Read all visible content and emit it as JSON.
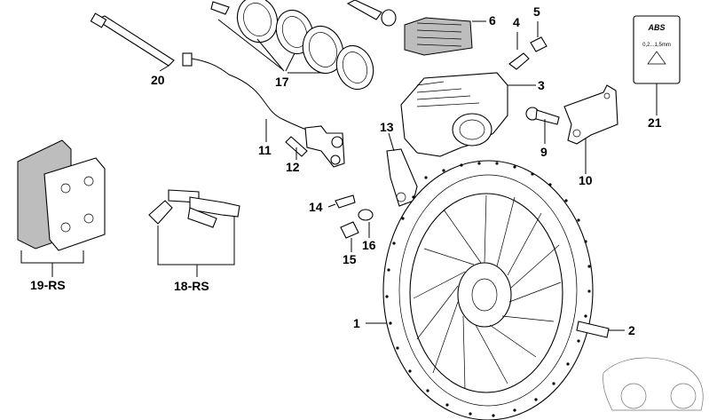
{
  "callouts": {
    "c1": "1",
    "c2": "2",
    "c3": "3",
    "c4": "4",
    "c5": "5",
    "c6": "6",
    "c9": "9",
    "c10": "10",
    "c11": "11",
    "c12": "12",
    "c13": "13",
    "c14": "14",
    "c15": "15",
    "c16": "16",
    "c17": "17",
    "c18": "18-RS",
    "c19": "19-RS",
    "c20": "20",
    "c21": "21"
  },
  "sticker": {
    "logo": "ABS",
    "spec": "0,2...1,5mm"
  },
  "colors": {
    "line": "#000000",
    "fill": "#ffffff",
    "shade": "#bdbdbd"
  }
}
